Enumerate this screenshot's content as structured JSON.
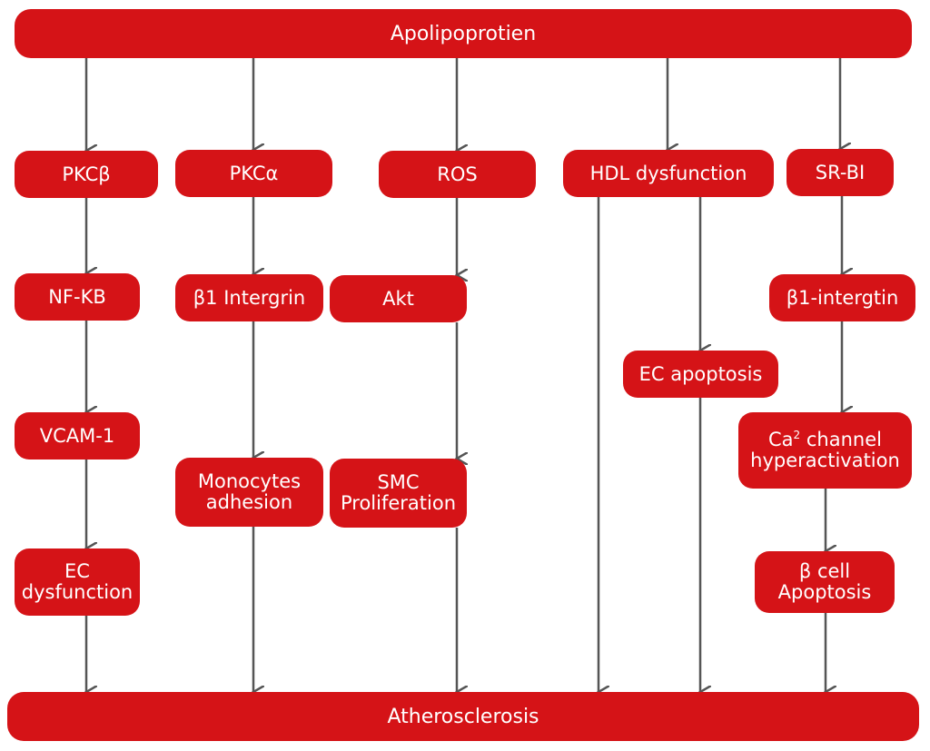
{
  "diagram": {
    "colors": {
      "node_fill": "#d51317",
      "node_text": "#ffffff",
      "arrow": "#555555"
    },
    "top": {
      "label": "Apolipoprotien"
    },
    "bottom": {
      "label": "Atherosclerosis"
    },
    "nodes": {
      "pkcb": "PKCβ",
      "nfkb": "NF-KB",
      "vcam": "VCAM-1",
      "ecdys": "EC\ndysfunction",
      "pkca": "PKCα",
      "b1int": "β1 Intergrin",
      "mono": "Monocytes\nadhesion",
      "ros": "ROS",
      "akt": "Akt",
      "smc": "SMC\nProliferation",
      "hdl": "HDL dysfunction",
      "ecapo": "EC apoptosis",
      "srbi": "SR-BI",
      "b1intg": "β1-intergtin",
      "ca_base": "Ca",
      "ca_sup": "2",
      "ca_rest": " channel\nhyperactivation",
      "bcell": "β cell\nApoptosis"
    },
    "edges": [
      [
        "Apolipoprotien",
        "PKCβ"
      ],
      [
        "PKCβ",
        "NF-KB"
      ],
      [
        "NF-KB",
        "VCAM-1"
      ],
      [
        "VCAM-1",
        "EC dysfunction"
      ],
      [
        "EC dysfunction",
        "Atherosclerosis"
      ],
      [
        "Apolipoprotien",
        "PKCα"
      ],
      [
        "PKCα",
        "β1 Intergrin"
      ],
      [
        "β1 Intergrin",
        "Monocytes adhesion"
      ],
      [
        "Monocytes adhesion",
        "Atherosclerosis"
      ],
      [
        "Apolipoprotien",
        "ROS"
      ],
      [
        "ROS",
        "Akt"
      ],
      [
        "Akt",
        "SMC Proliferation"
      ],
      [
        "SMC Proliferation",
        "Atherosclerosis"
      ],
      [
        "Apolipoprotien",
        "HDL dysfunction"
      ],
      [
        "HDL dysfunction",
        "Atherosclerosis"
      ],
      [
        "HDL dysfunction",
        "EC apoptosis"
      ],
      [
        "EC apoptosis",
        "Atherosclerosis"
      ],
      [
        "Apolipoprotien",
        "SR-BI"
      ],
      [
        "SR-BI",
        "β1-intergtin"
      ],
      [
        "β1-intergtin",
        "Ca2 channel hyperactivation"
      ],
      [
        "Ca2 channel hyperactivation",
        "β cell Apoptosis"
      ],
      [
        "β cell Apoptosis",
        "Atherosclerosis"
      ]
    ]
  }
}
